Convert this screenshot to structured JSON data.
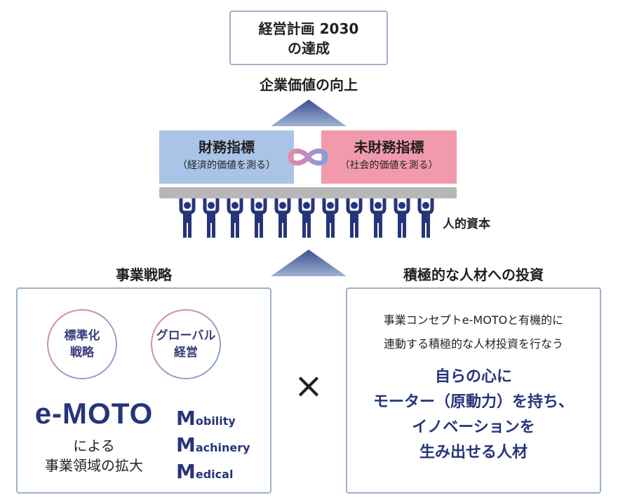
{
  "goal": {
    "line1": "経営計画 2030",
    "line2": "の達成"
  },
  "value_up": "企業価値の向上",
  "financial": {
    "title": "財務指標",
    "sub": "（経済的価値を測る）"
  },
  "non_financial": {
    "title": "未財務指標",
    "sub": "（社会的価値を測る）"
  },
  "human_capital": "人的資本",
  "strategy": {
    "heading": "事業戦略",
    "circles": [
      {
        "line1": "標準化",
        "line2": "戦略"
      },
      {
        "line1": "グローバル",
        "line2": "経営"
      }
    ],
    "brand": "e-MOTO",
    "brand_sub1": "による",
    "brand_sub2": "事業領域の拡大",
    "mmm": [
      {
        "initial": "M",
        "rest": "obility"
      },
      {
        "initial": "M",
        "rest": "achinery"
      },
      {
        "initial": "M",
        "rest": "edical"
      }
    ]
  },
  "times_symbol": "×",
  "investment": {
    "heading": "積極的な人材への投資",
    "desc1": "事業コンセプトe-MOTOと有機的に",
    "desc2": "連動する積極的な人材投資を行なう",
    "emph": [
      "自らの心に",
      "モーター（原動力）を持ち、",
      "イノベーションを",
      "生み出せる人材"
    ]
  },
  "colors": {
    "financial_bg": "#a9c4e6",
    "non_financial_bg": "#f29aad",
    "navy": "#26357a",
    "box_border": "#9eb1c8",
    "bar": "#b7b7b7"
  },
  "figure_count": 11
}
